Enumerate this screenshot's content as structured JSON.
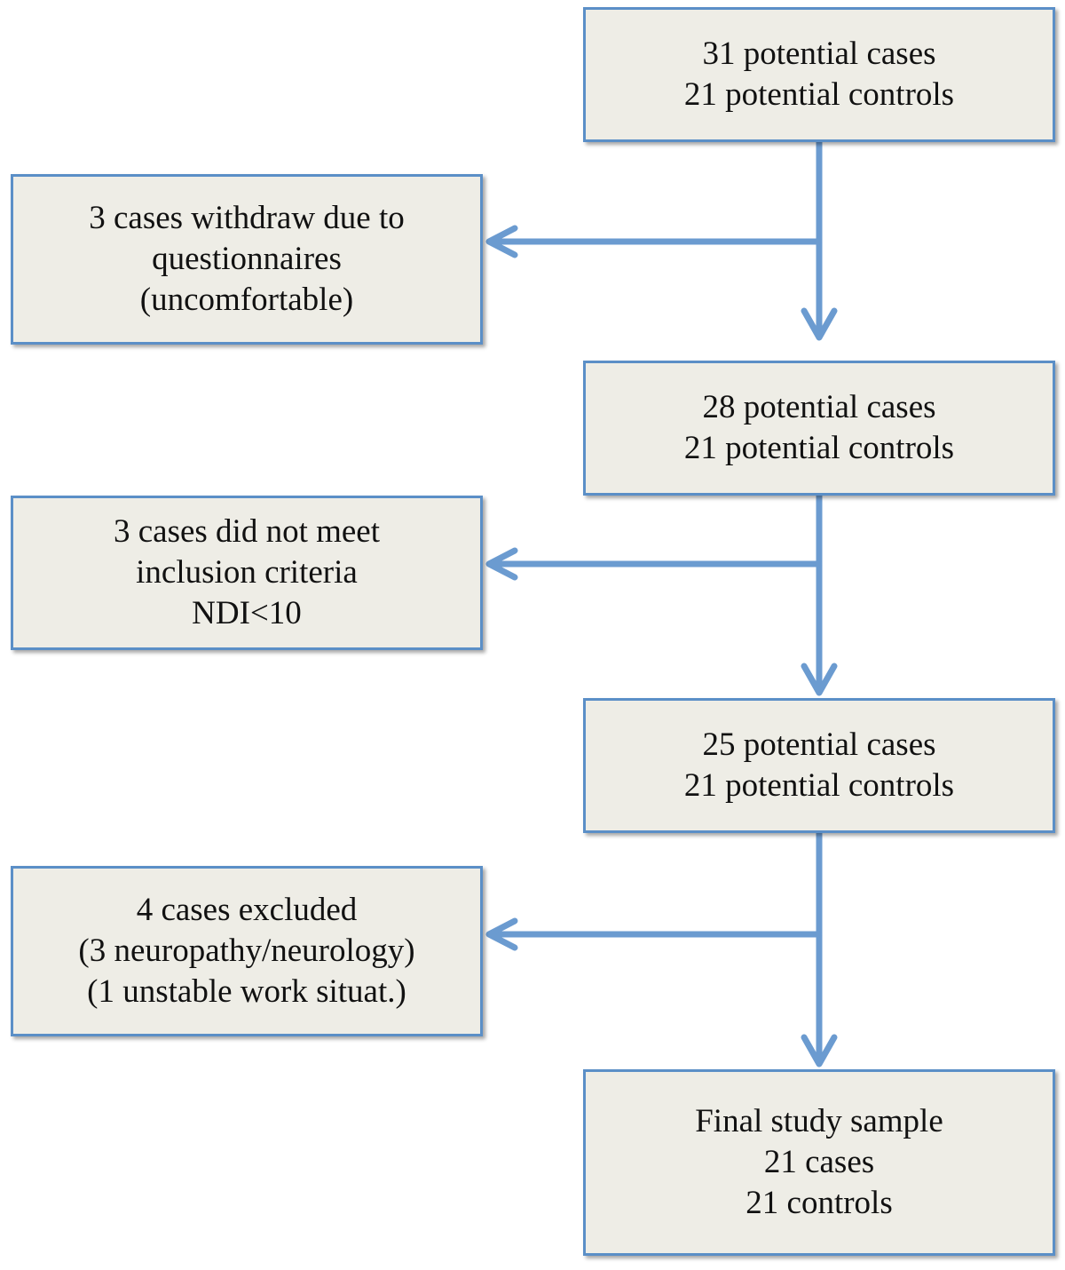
{
  "colors": {
    "box_fill": "#eeede6",
    "box_border": "#5b8fc7",
    "arrow": "#6b9bd0",
    "text": "#111111"
  },
  "main_flow": [
    {
      "id": "step-1",
      "lines": [
        "31 potential cases",
        "21 potential controls"
      ]
    },
    {
      "id": "step-2",
      "lines": [
        "28 potential cases",
        "21 potential controls"
      ]
    },
    {
      "id": "step-3",
      "lines": [
        "25 potential cases",
        "21 potential controls"
      ]
    },
    {
      "id": "final",
      "lines": [
        "Final study sample",
        "21 cases",
        "21 controls"
      ]
    }
  ],
  "exclusions": [
    {
      "id": "exclusion-1",
      "lines": [
        "3 cases withdraw due to",
        "questionnaires",
        "(uncomfortable)"
      ]
    },
    {
      "id": "exclusion-2",
      "lines": [
        "3 cases did not meet",
        "inclusion criteria",
        "NDI<10"
      ]
    },
    {
      "id": "exclusion-3",
      "lines": [
        "4 cases excluded",
        "(3 neuropathy/neurology)",
        "(1 unstable work situat.)"
      ]
    }
  ]
}
